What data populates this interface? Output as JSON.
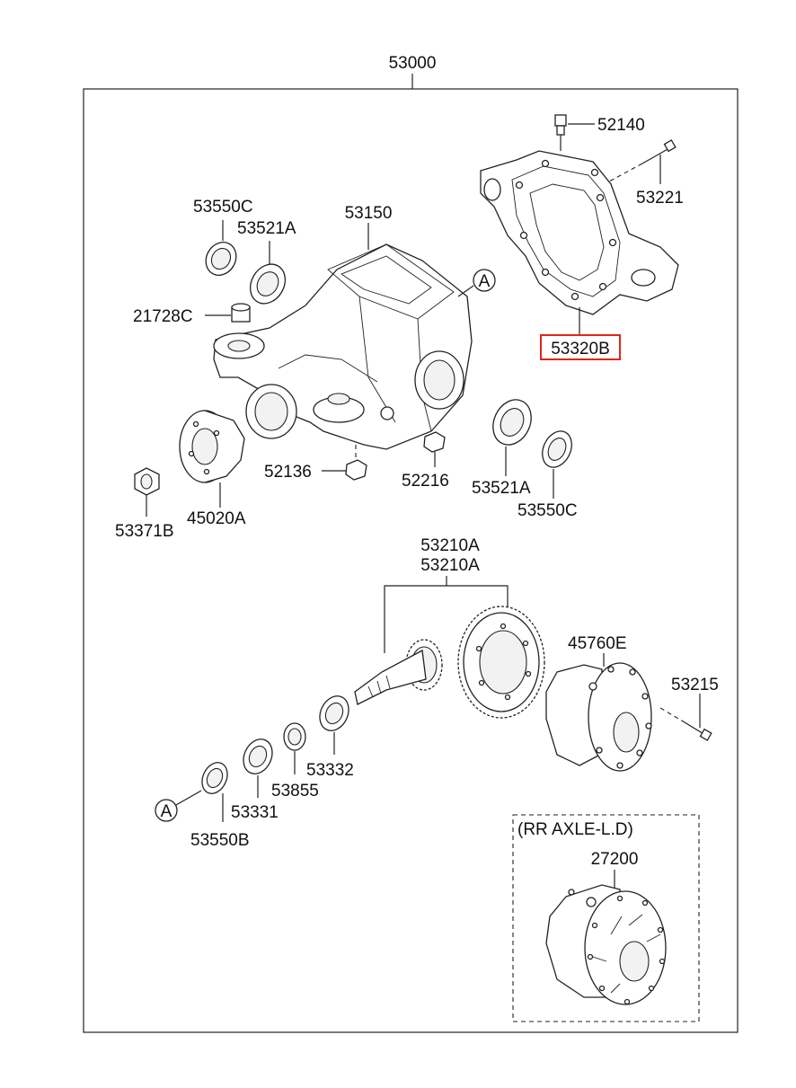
{
  "assembly_label": "53000",
  "parts": {
    "p52140": "52140",
    "p53221": "53221",
    "p53320B": "53320B",
    "p53550C_top": "53550C",
    "p53521A_top": "53521A",
    "p53150": "53150",
    "p21728C": "21728C",
    "p52136": "52136",
    "p52216": "52216",
    "p53521A_bottom": "53521A",
    "p53550C_bottom": "53550C",
    "p53371B": "53371B",
    "p45020A": "45020A",
    "p53210A_1": "53210A",
    "p53210A_2": "53210A",
    "p45760E": "45760E",
    "p53215": "53215",
    "p53332": "53332",
    "p53855": "53855",
    "p53331": "53331",
    "p53550B": "53550B",
    "p27200": "27200"
  },
  "callouts": {
    "a_housing": "A",
    "a_seal": "A"
  },
  "inset_title": "(RR AXLE-L.D)",
  "highlight_color": "#e0261b"
}
